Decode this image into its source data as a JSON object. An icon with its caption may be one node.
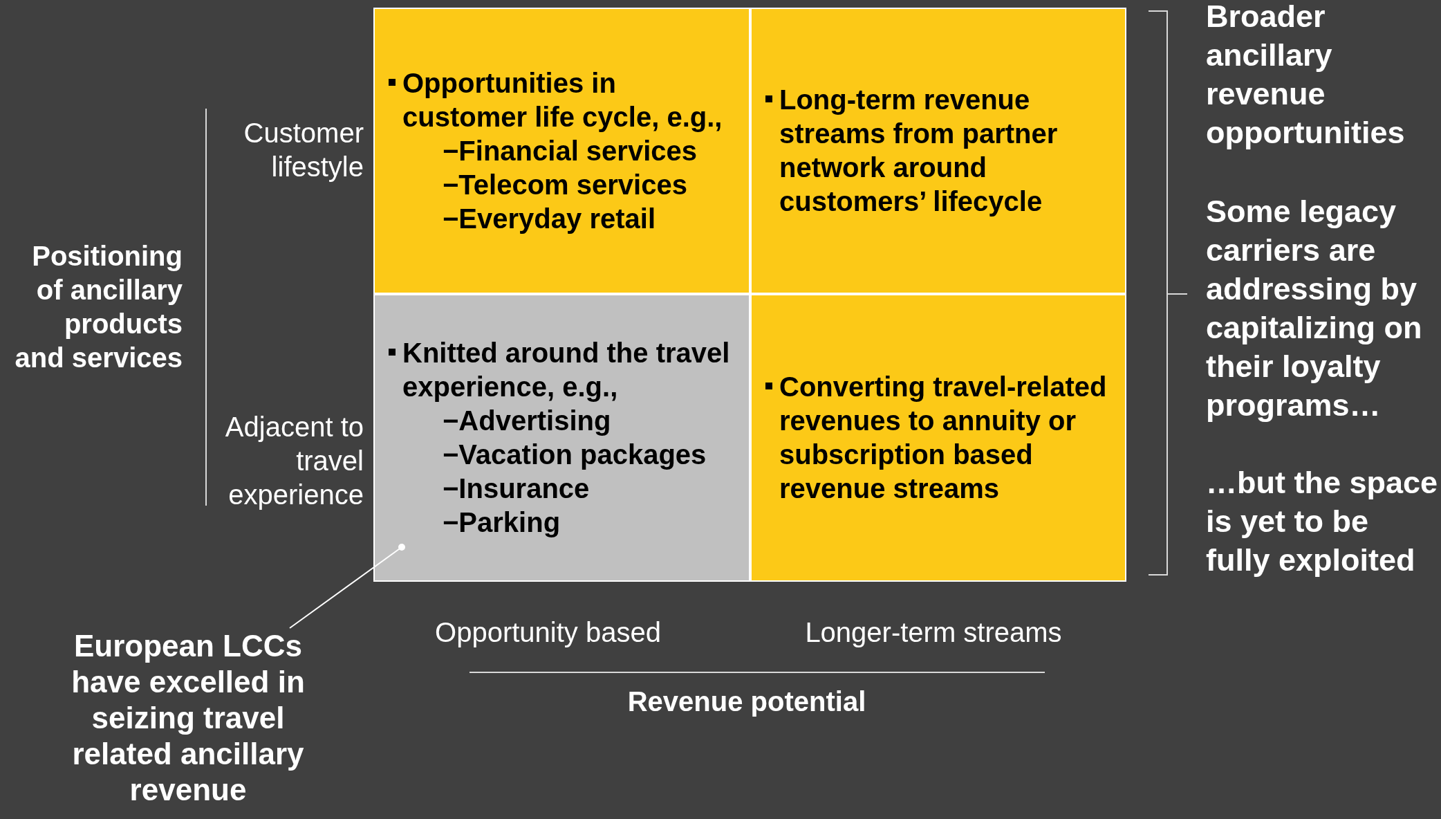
{
  "diagram": {
    "nodes": [
      {
        "text": [
          "Opportunities in customer life cycle, e.g.,",
          "−Financial services",
          "−Telecom services",
          "−Everyday retail"
        ]
      },
      {
        "text": [
          "Long-term revenue streams from partner network around customers’ lifecycle"
        ]
      },
      {
        "text": [
          "Knitted around the travel experience, e.g.,",
          "−Advertising",
          "−Vacation packages",
          "−Insurance",
          "−Parking"
        ]
      },
      {
        "text": [
          "Converting travel-related revenues to annuity or subscription based revenue streams"
        ]
      },
      {
        "text": [
          "European LCCs have excelled in seizing travel related ancillary revenue"
        ]
      }
    ],
    "edges": [
      {
        "from": 4,
        "to": 2,
        "arrow": "other"
      }
    ],
    "labels": [
      "Positioning of ancillary products and services",
      "Customer lifestyle",
      "Adjacent to travel experience",
      "Opportunity based",
      "Longer-term streams",
      "Revenue potential",
      "Broader ancillary revenue opportunities",
      "Some legacy carriers are addressing by capitalizing on their loyalty programs…",
      "…but the space is yet to be fully exploited"
    ]
  }
}
